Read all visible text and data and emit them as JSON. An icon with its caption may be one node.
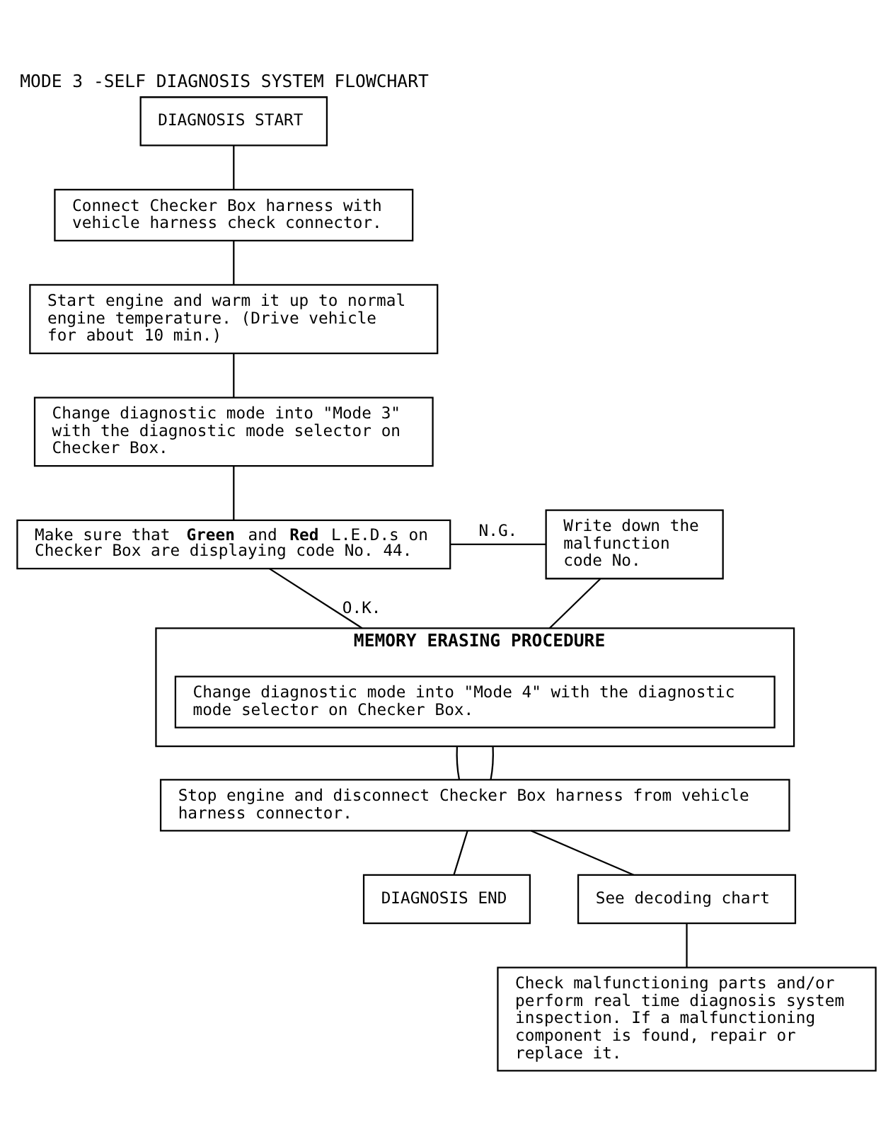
{
  "diagram": {
    "title": "MODE 3 -SELF DIAGNOSIS SYSTEM FLOWCHART",
    "nodes": [
      {
        "text": [
          "DIAGNOSIS START"
        ]
      },
      {
        "text": [
          "Connect Checker Box harness with vehicle harness check connector."
        ]
      },
      {
        "text": [
          "Start engine and warm it up to normal engine temperature. (Drive vehicle for about 10 min.)"
        ]
      },
      {
        "text": [
          "Change diagnostic mode into \"Mode 3\" with the diagnostic mode selector on Checker Box."
        ]
      },
      {
        "text": [
          "Make sure that **Green** and **Red** L.E.D.s on Checker Box are displaying code No. 44."
        ]
      },
      {
        "text": [
          "Write down the malfunction code No."
        ]
      },
      {
        "text": [
          "MEMORY ERASING PROCEDURE"
        ]
      },
      {
        "text": [
          "Change diagnostic mode into \"Mode 4\" with the diagnostic mode selector on Checker Box."
        ],
        "in": 6
      },
      {
        "text": [
          "Stop engine and disconnect Checker Box harness from vehicle harness connector."
        ]
      },
      {
        "text": [
          "DIAGNOSIS END"
        ]
      },
      {
        "text": [
          "See decoding chart"
        ]
      },
      {
        "text": [
          "Check malfunctioning parts and/or perform real time diagnosis system inspection. If a malfunctioning component is found, repair or replace it."
        ]
      }
    ],
    "edges": [
      {
        "from": 0,
        "to": 1,
        "arrow": "none"
      },
      {
        "from": 1,
        "to": 2,
        "arrow": "none"
      },
      {
        "from": 2,
        "to": 3,
        "arrow": "none"
      },
      {
        "from": 3,
        "to": 4,
        "arrow": "none"
      },
      {
        "from": 4,
        "to": 5,
        "arrow": "none",
        "label": "N.G."
      },
      {
        "from": 4,
        "to": 6,
        "arrow": "none",
        "label": "O.K."
      },
      {
        "from": 5,
        "to": 6,
        "arrow": "none"
      },
      {
        "from": 6,
        "to": 8,
        "arrow": "none"
      },
      {
        "from": 6,
        "to": 8,
        "arrow": "none"
      },
      {
        "from": 8,
        "to": 9,
        "arrow": "none"
      },
      {
        "from": 8,
        "to": 10,
        "arrow": "none"
      },
      {
        "from": 10,
        "to": 11,
        "arrow": "none"
      }
    ]
  }
}
